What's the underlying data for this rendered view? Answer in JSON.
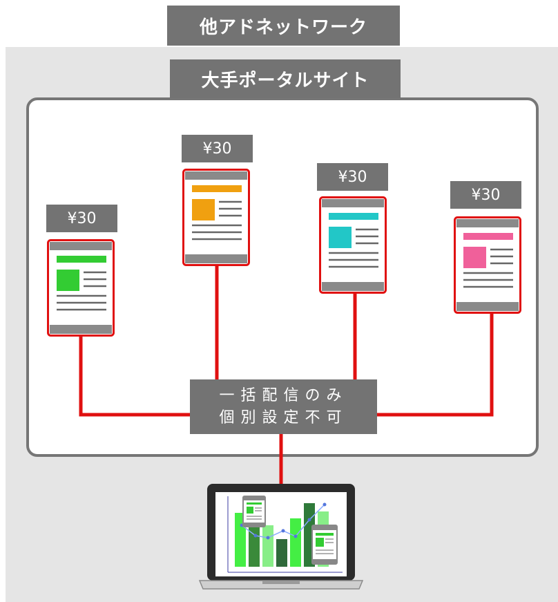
{
  "header": {
    "network_label": "他アドネットワーク"
  },
  "portal": {
    "label": "大手ポータルサイト"
  },
  "sites": [
    {
      "price": "¥30",
      "accent": "#33cc33"
    },
    {
      "price": "¥30",
      "accent": "#f0a010"
    },
    {
      "price": "¥30",
      "accent": "#22c7c7"
    },
    {
      "price": "¥30",
      "accent": "#f0609a"
    }
  ],
  "center": {
    "line1": "一括配信のみ",
    "line2": "個別設定不可"
  },
  "colors": {
    "link": "#e01010",
    "box": "#737373",
    "background": "#e5e5e5",
    "frame": "#767676"
  }
}
